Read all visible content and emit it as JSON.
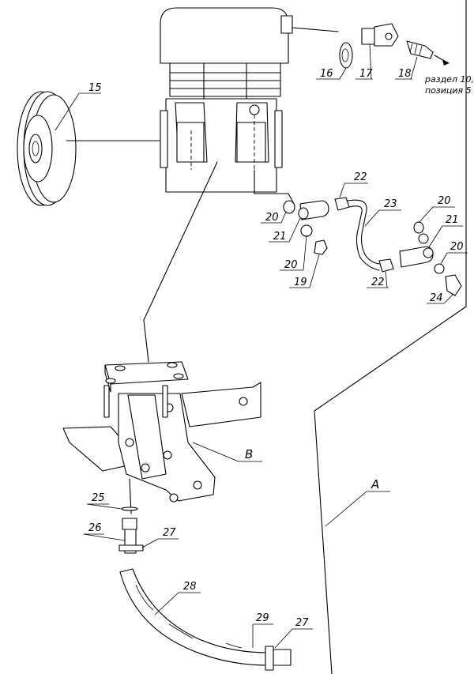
{
  "callouts": {
    "c15": "15",
    "c16": "16",
    "c17": "17",
    "c18": "18",
    "c19": "19",
    "c20a": "20",
    "c20b": "20",
    "c20c": "20",
    "c20d": "20",
    "c21a": "21",
    "c21b": "21",
    "c22a": "22",
    "c22b": "22",
    "c23": "23",
    "c24": "24",
    "c25": "25",
    "c26": "26",
    "c27a": "27",
    "c27b": "27",
    "c28": "28",
    "c29": "29",
    "cA": "A",
    "cB": "B"
  },
  "reference_note": {
    "line1": "раздел 10,",
    "line2": "позиция 5"
  }
}
